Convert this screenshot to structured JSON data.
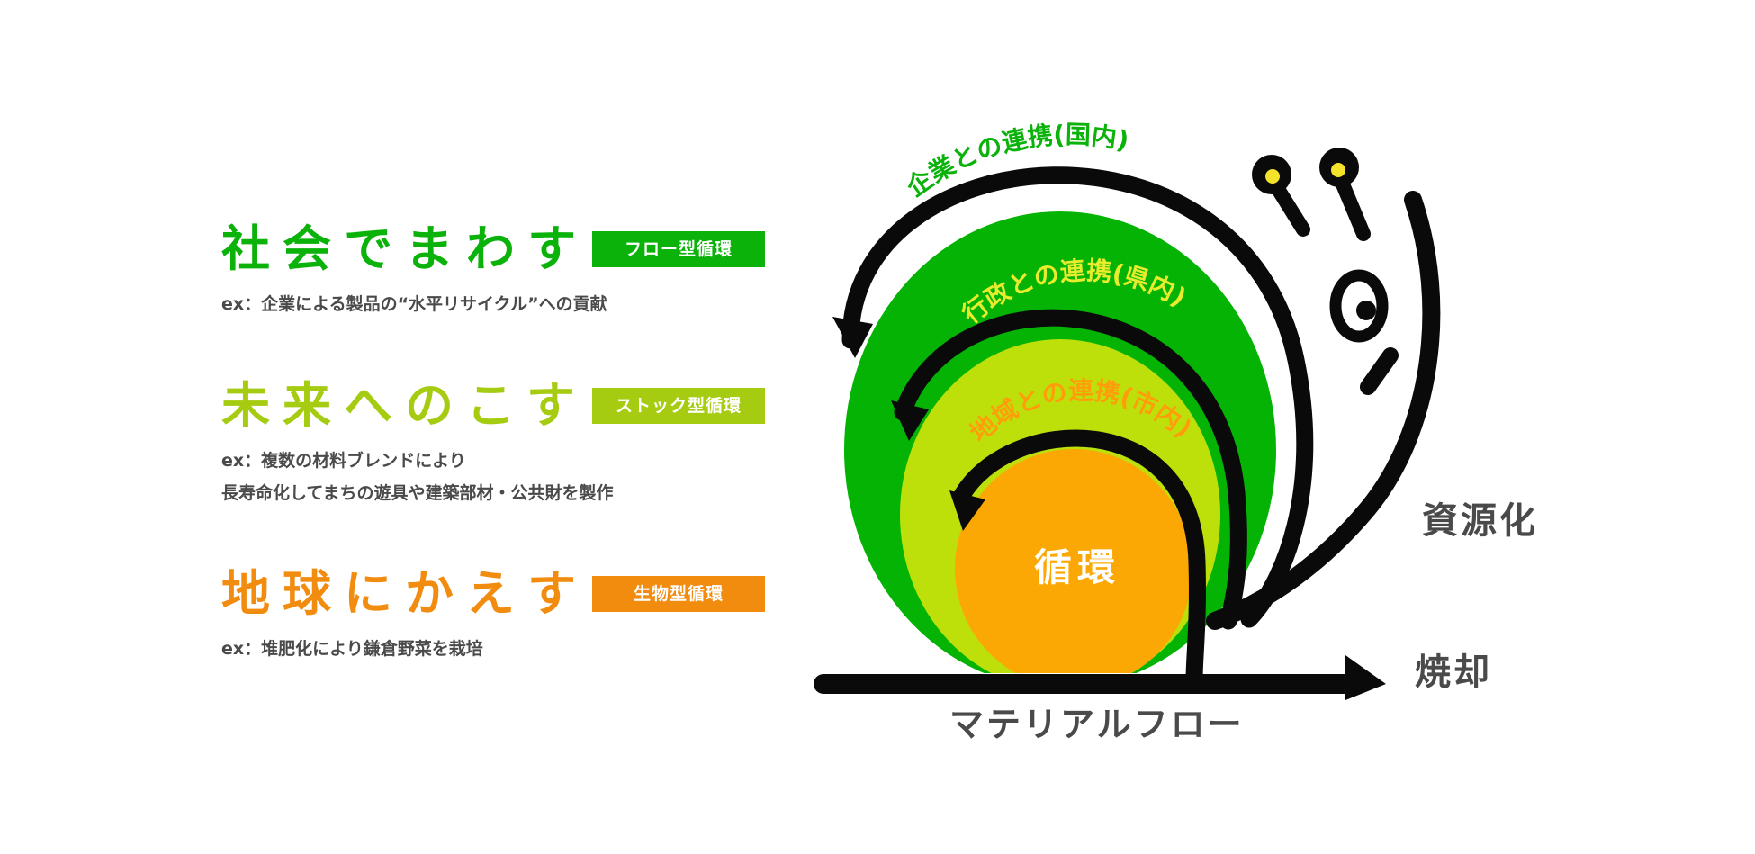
{
  "cycles": [
    {
      "id": "flow",
      "title": "社会でまわす",
      "tag": "フロー型循環",
      "examples": [
        "ex：企業による製品の“水平リサイクル”への貢献"
      ],
      "color": "#0ab20a"
    },
    {
      "id": "stock",
      "title": "未来へのこす",
      "tag": "ストック型循環",
      "examples": [
        "ex：複数の材料ブレンドにより",
        "長寿命化してまちの遊具や建築部材・公共財を製作"
      ],
      "color": "#a5cc10"
    },
    {
      "id": "bio",
      "title": "地球にかえす",
      "tag": "生物型循環",
      "examples": [
        "ex：堆肥化により鎌倉野菜を栽培"
      ],
      "color": "#f28c0f"
    }
  ],
  "diagram": {
    "center_label": "循環",
    "arc_labels": {
      "outer": "企業との連携(国内)",
      "middle": "行政との連携(県内)",
      "inner": "地域との連携(市内)"
    },
    "side_labels": {
      "resource": "資源化",
      "incineration": "焼却"
    },
    "baseline_label": "マテリアルフロー",
    "colors": {
      "outer_green": "#04b304",
      "lime": "#bde00b",
      "orange": "#fca804",
      "ink": "#0a0a0a",
      "eye_yellow": "#f4e32a",
      "outer_label": "#0ab20a",
      "middle_label": "#e9ec2c",
      "inner_label": "#ff9e0a",
      "gray_text": "#4a4a4a"
    },
    "icons": [
      "snail-eye-stalk-icon",
      "arrowhead-icon"
    ]
  }
}
